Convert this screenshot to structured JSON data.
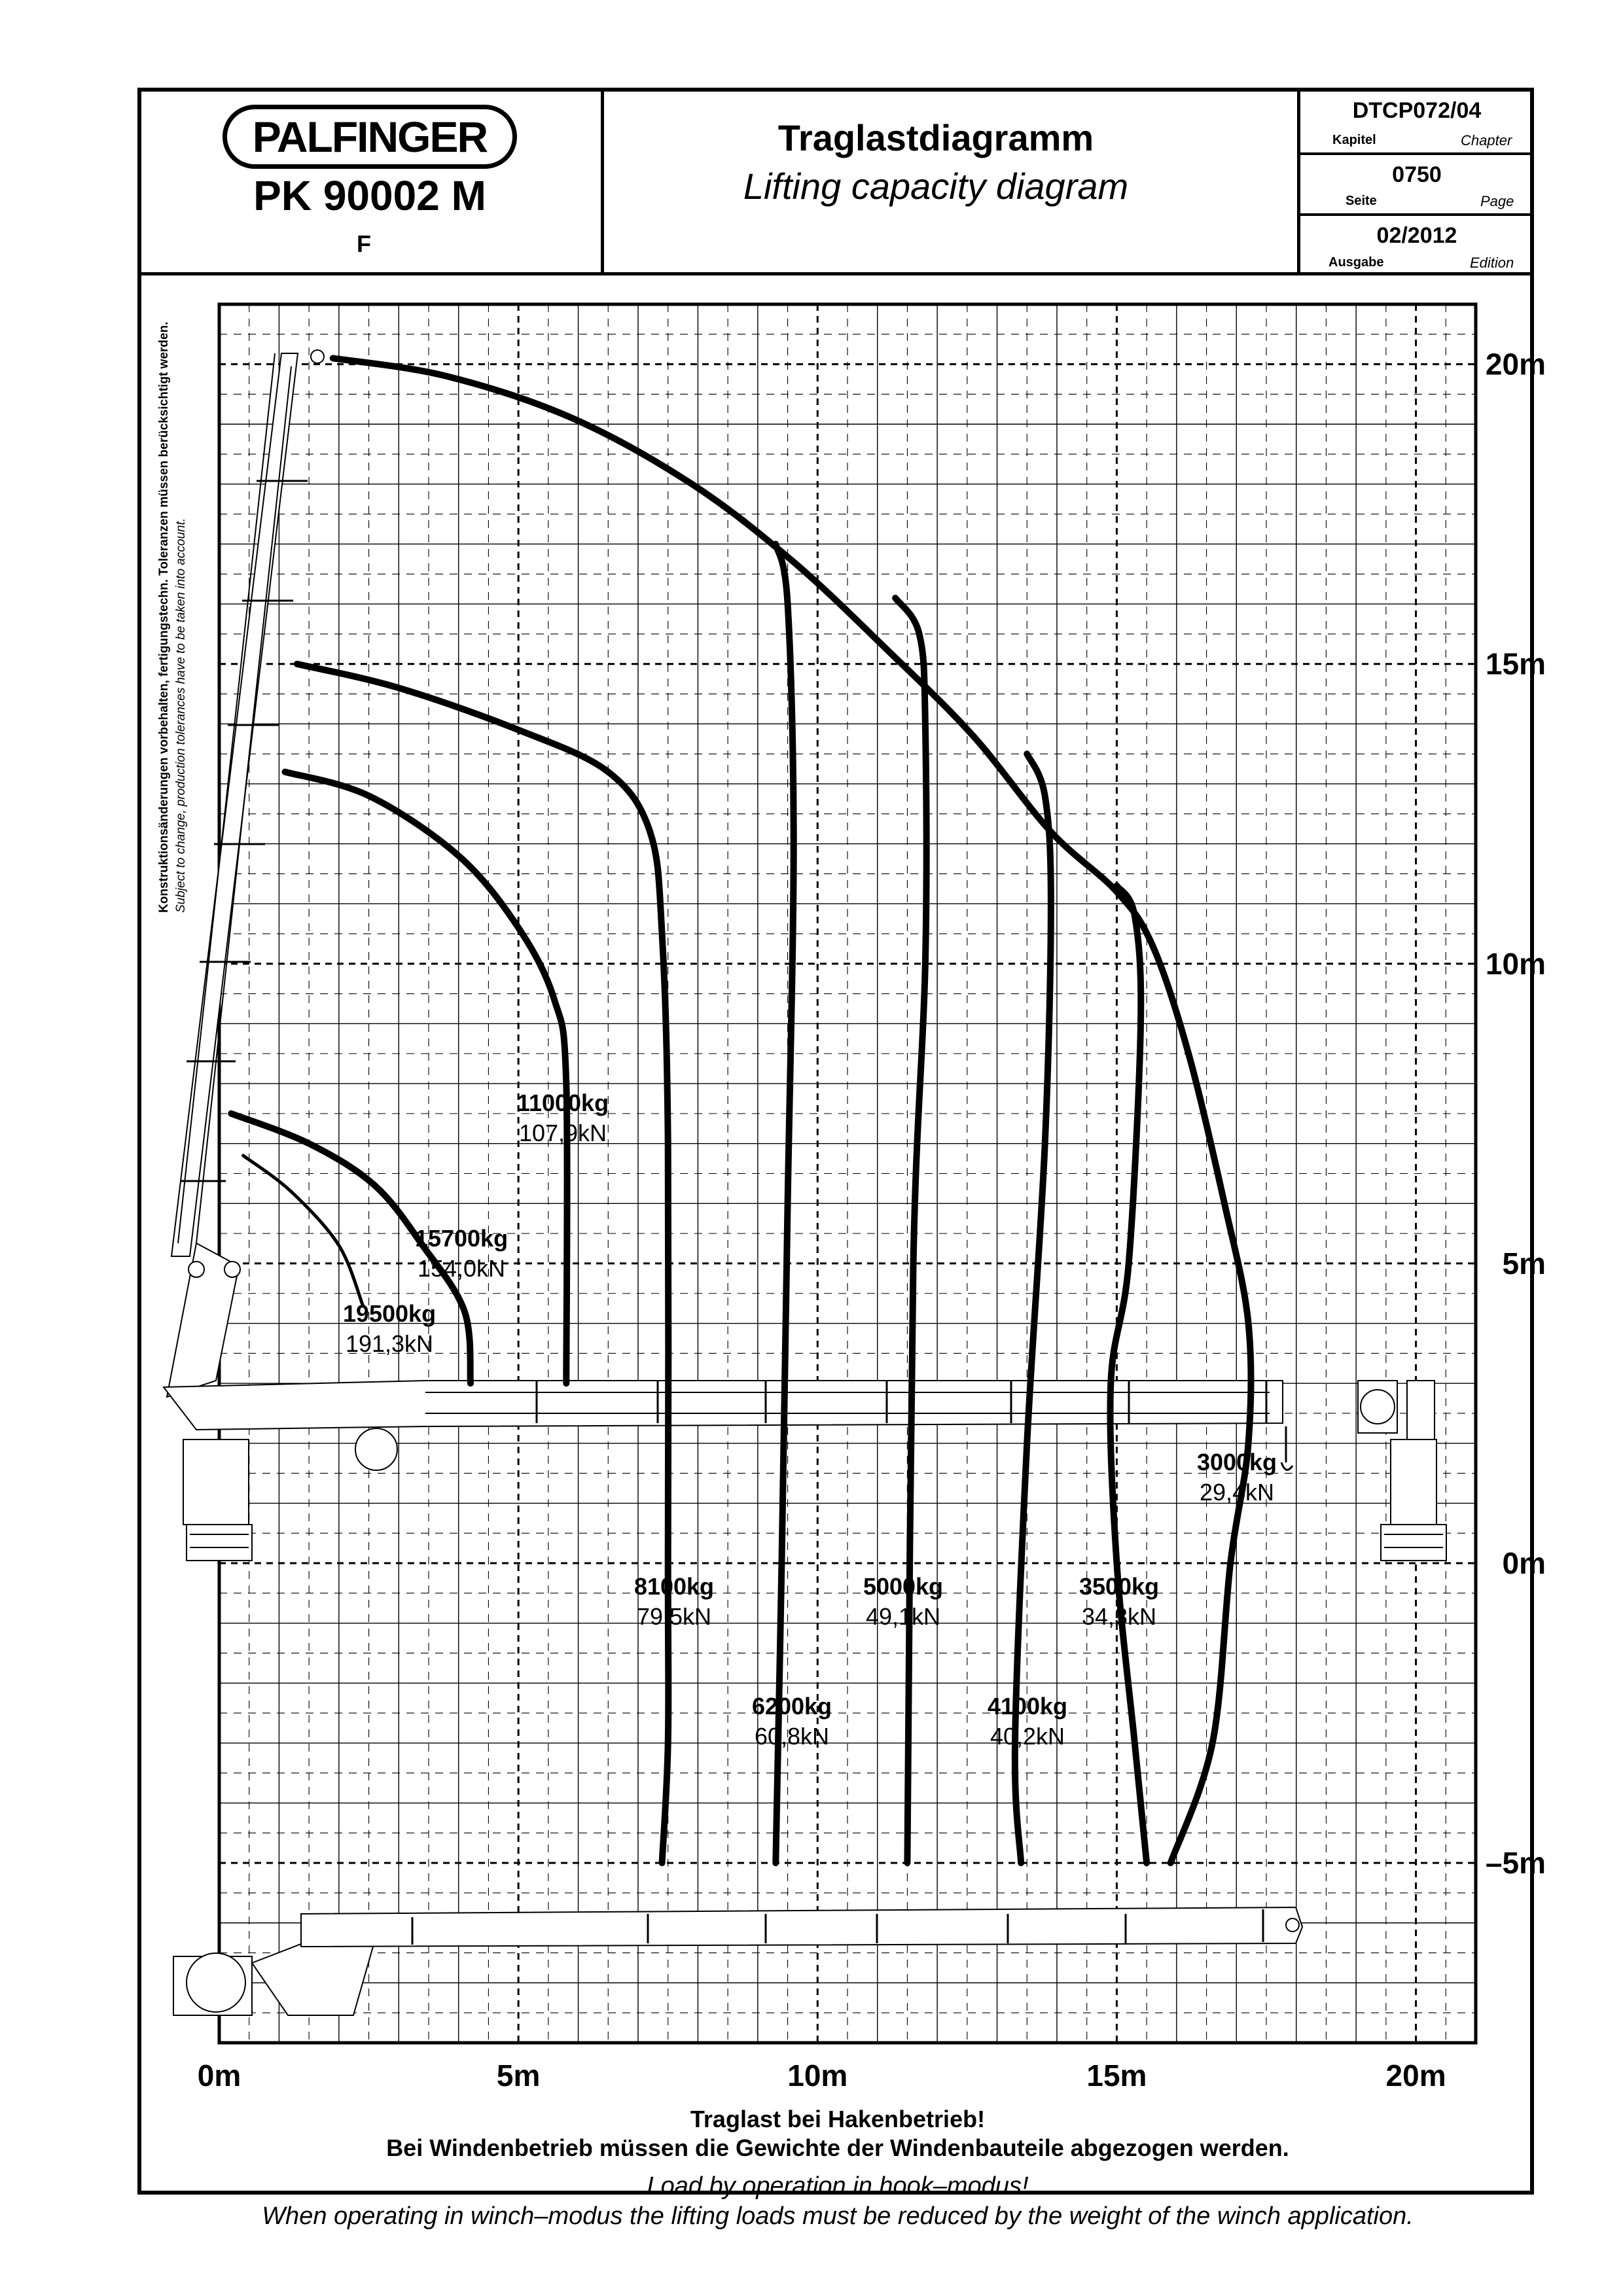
{
  "header": {
    "brand": "PALFINGER",
    "model": "PK 90002 M",
    "variant": "F",
    "title_de": "Traglastdiagramm",
    "title_en": "Lifting capacity diagram",
    "chapter": {
      "value": "DTCP072/04",
      "label_de": "Kapitel",
      "label_en": "Chapter"
    },
    "page": {
      "value": "0750",
      "label_de": "Seite",
      "label_en": "Page"
    },
    "edition": {
      "value": "02/2012",
      "label_de": "Ausgabe",
      "label_en": "Edition"
    }
  },
  "side_note": {
    "de": "Konstruktionsänderungen vorbehalten, fertigungstechn. Toleranzen müssen berücksichtigt werden.",
    "en": "Subject to change, production tolerances have to be taken into account."
  },
  "diagram": {
    "x_ticks": [
      "0m",
      "5m",
      "10m",
      "15m",
      "20m"
    ],
    "y_ticks": [
      "20m",
      "15m",
      "10m",
      "5m",
      "0m",
      "–5m"
    ],
    "x_range_m": [
      0,
      21
    ],
    "y_range_m": [
      -8,
      21
    ],
    "zones": [
      {
        "kg": "19500kg",
        "kn": "191,3kN"
      },
      {
        "kg": "15700kg",
        "kn": "154,0kN"
      },
      {
        "kg": "11000kg",
        "kn": "107,9kN"
      },
      {
        "kg": "8100kg",
        "kn": "79,5kN"
      },
      {
        "kg": "6200kg",
        "kn": "60,8kN"
      },
      {
        "kg": "5000kg",
        "kn": "49,1kN"
      },
      {
        "kg": "4100kg",
        "kn": "40,2kN"
      },
      {
        "kg": "3500kg",
        "kn": "34,3kN"
      },
      {
        "kg": "3000kg",
        "kn": "29,4kN"
      }
    ],
    "curves_m": [
      [
        [
          0.4,
          6.8
        ],
        [
          1.2,
          6.2
        ],
        [
          2.0,
          5.3
        ],
        [
          2.4,
          4.3
        ]
      ],
      [
        [
          0.2,
          7.5
        ],
        [
          1.5,
          7.0
        ],
        [
          2.6,
          6.3
        ],
        [
          3.4,
          5.3
        ],
        [
          4.1,
          4.2
        ],
        [
          4.2,
          3.0
        ]
      ],
      [
        [
          1.1,
          13.2
        ],
        [
          2.5,
          12.8
        ],
        [
          4.0,
          11.8
        ],
        [
          5.0,
          10.6
        ],
        [
          5.6,
          9.4
        ],
        [
          5.8,
          8.0
        ],
        [
          5.8,
          3.0
        ]
      ],
      [
        [
          1.3,
          15.0
        ],
        [
          3.0,
          14.6
        ],
        [
          5.0,
          13.9
        ],
        [
          6.5,
          13.2
        ],
        [
          7.2,
          12.2
        ],
        [
          7.4,
          10.5
        ],
        [
          7.5,
          7.0
        ],
        [
          7.5,
          0.0
        ],
        [
          7.5,
          -3.0
        ],
        [
          7.4,
          -5.0
        ]
      ],
      [
        [
          9.3,
          17.0
        ],
        [
          9.5,
          16.0
        ],
        [
          9.6,
          12.0
        ],
        [
          9.5,
          6.0
        ],
        [
          9.4,
          0.0
        ],
        [
          9.3,
          -5.0
        ]
      ],
      [
        [
          11.3,
          16.1
        ],
        [
          11.7,
          15.5
        ],
        [
          11.8,
          14.0
        ],
        [
          11.8,
          10.0
        ],
        [
          11.6,
          5.0
        ],
        [
          11.5,
          -5.0
        ]
      ],
      [
        [
          13.5,
          13.5
        ],
        [
          13.8,
          12.8
        ],
        [
          13.9,
          11.0
        ],
        [
          13.8,
          7.0
        ],
        [
          13.5,
          2.0
        ],
        [
          13.3,
          -3.0
        ],
        [
          13.4,
          -5.0
        ]
      ],
      [
        [
          15.0,
          11.3
        ],
        [
          15.3,
          10.8
        ],
        [
          15.4,
          9.0
        ],
        [
          15.2,
          5.0
        ],
        [
          14.9,
          3.0
        ],
        [
          15.0,
          0.0
        ],
        [
          15.3,
          -3.0
        ],
        [
          15.5,
          -5.0
        ]
      ],
      [
        [
          1.9,
          20.1
        ],
        [
          3.8,
          19.8
        ],
        [
          5.9,
          19.1
        ],
        [
          7.9,
          18.0
        ],
        [
          9.6,
          16.7
        ],
        [
          11.2,
          15.2
        ],
        [
          12.6,
          13.8
        ],
        [
          13.9,
          12.2
        ],
        [
          15.0,
          11.2
        ],
        [
          15.6,
          10.3
        ],
        [
          16.2,
          8.5
        ],
        [
          16.8,
          6.0
        ],
        [
          17.2,
          4.0
        ],
        [
          17.2,
          2.0
        ],
        [
          16.9,
          0.0
        ],
        [
          16.6,
          -3.0
        ],
        [
          15.9,
          -5.0
        ]
      ]
    ]
  },
  "footer": {
    "line1_de": "Traglast bei Hakenbetrieb!",
    "line2_de": "Bei Windenbetrieb müssen die Gewichte der Windenbauteile abgezogen werden.",
    "line1_en": "Load by operation in hook–modus!",
    "line2_en": "When operating in winch–modus the lifting loads must be reduced by the weight of the winch application."
  },
  "colors": {
    "ink": "#000000",
    "grid": "#000000",
    "paper": "#ffffff"
  }
}
